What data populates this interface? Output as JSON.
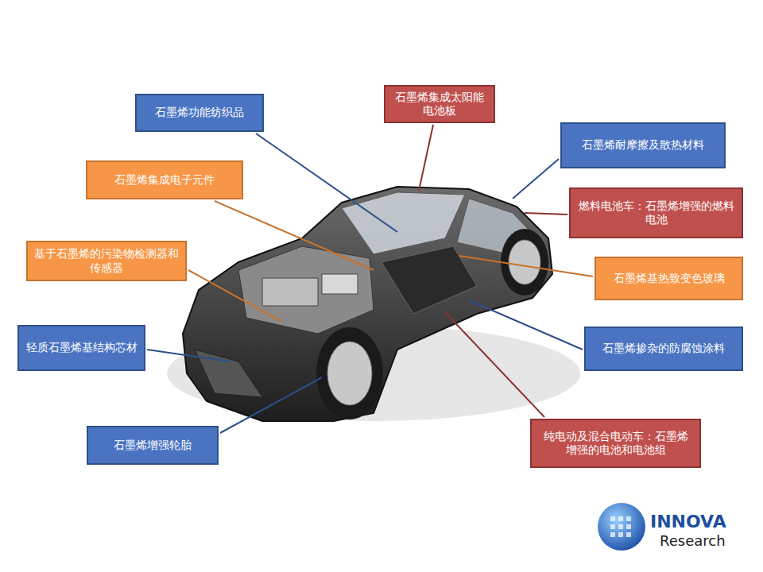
{
  "diagram": {
    "nodes": [
      {
        "text": [
          "石墨烯集成太阳能电池板"
        ]
      },
      {
        "text": [
          "石墨烯功能纺织品"
        ]
      },
      {
        "text": [
          "石墨烯耐摩擦及散热材料"
        ]
      },
      {
        "text": [
          "石墨烯集成电子元件"
        ]
      },
      {
        "text": [
          "燃料电池车：石墨烯增强的燃料电池"
        ]
      },
      {
        "text": [
          "基于石墨烯的污染物检测器和传感器"
        ]
      },
      {
        "text": [
          "石墨烯基热致变色玻璃"
        ]
      },
      {
        "text": [
          "轻质石墨烯基结构芯材"
        ]
      },
      {
        "text": [
          "石墨烯掺杂的防腐蚀涂料"
        ]
      },
      {
        "text": [
          "石墨烯增强轮胎"
        ]
      },
      {
        "text": [
          "纯电动及混合电动车：石墨烯增强的电池和电池组"
        ]
      }
    ],
    "labels": [
      "INNOVA",
      "Research"
    ]
  }
}
